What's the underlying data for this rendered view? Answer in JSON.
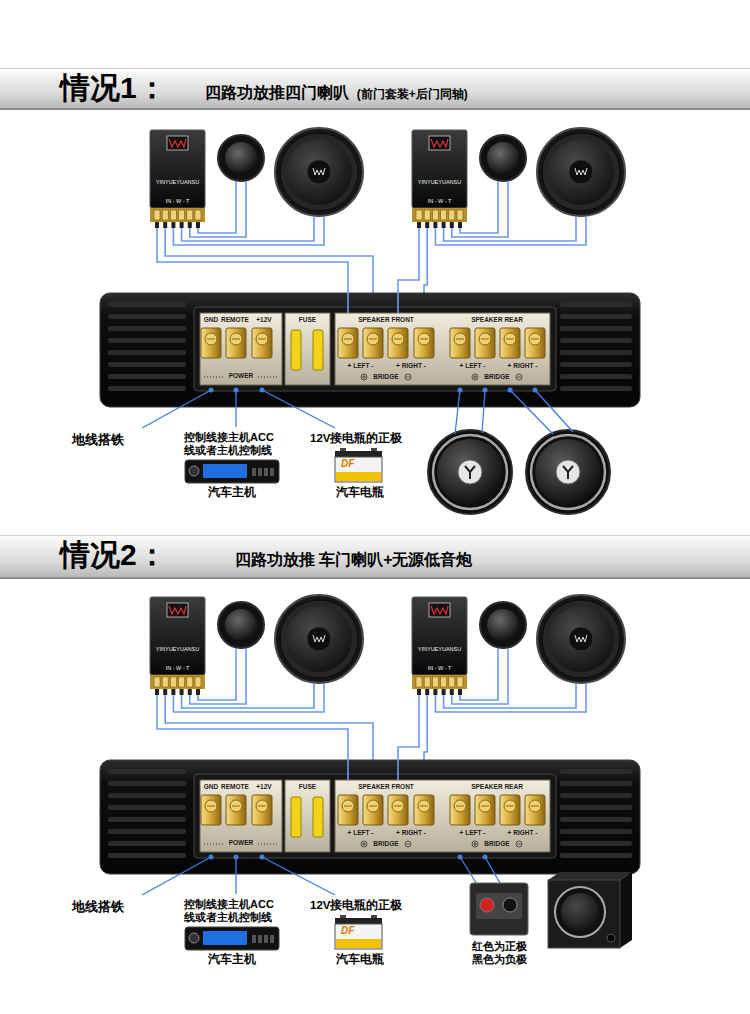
{
  "diagram": {
    "nodes": [
      {
        "text": [
          "情况1：",
          "四路功放推四门喇叭",
          "(前门套装+后门同轴)"
        ]
      },
      {
        "text": [
          "YINYUEYUANSU",
          "IN - W - T"
        ]
      },
      {
        "text": [
          "YINYUEYUANSU",
          "IN - W - T"
        ]
      },
      {
        "text": [
          "GND",
          "REMOTE",
          "+12V",
          "POWER"
        ]
      },
      {
        "text": [
          "FUSE"
        ]
      },
      {
        "text": [
          "SPEAKER FRONT",
          "SPEAKER REAR",
          "+ LEFT -",
          "+ RIGHT -",
          "+ LEFT -",
          "+ RIGHT -",
          "BRIDGE",
          "BRIDGE"
        ]
      },
      {
        "text": [
          "汽车主机"
        ]
      },
      {
        "text": [
          "汽车电瓶"
        ]
      },
      {
        "text": [
          "情况2：",
          "四路功放推 车门喇叭+无源低音炮"
        ]
      },
      {
        "text": [
          "YINYUEYUANSU",
          "IN - W - T"
        ]
      },
      {
        "text": [
          "YINYUEYUANSU",
          "IN - W - T"
        ]
      },
      {
        "text": [
          "GND",
          "REMOTE",
          "+12V",
          "POWER"
        ]
      },
      {
        "text": [
          "FUSE"
        ]
      },
      {
        "text": [
          "SPEAKER FRONT",
          "SPEAKER REAR",
          "+ LEFT -",
          "+ RIGHT -",
          "+ LEFT -",
          "+ RIGHT -",
          "BRIDGE",
          "BRIDGE"
        ]
      },
      {
        "text": [
          "汽车主机"
        ]
      },
      {
        "text": [
          "汽车电瓶"
        ]
      }
    ],
    "edges": [
      {
        "from": 1,
        "to": 5,
        "arrow": "none"
      },
      {
        "from": 2,
        "to": 5,
        "arrow": "none"
      },
      {
        "from": 9,
        "to": 13,
        "arrow": "none"
      },
      {
        "from": 10,
        "to": 13,
        "arrow": "none"
      }
    ],
    "labels": [
      "地线搭铁",
      "控制线接主机ACC 线或者主机控制线",
      "12V接电瓶的正极",
      "DF",
      "地线搭铁",
      "控制线接主机ACC 线或者主机控制线",
      "12V接电瓶的正极",
      "DF",
      "红色为正极 黑色为负极"
    ]
  }
}
